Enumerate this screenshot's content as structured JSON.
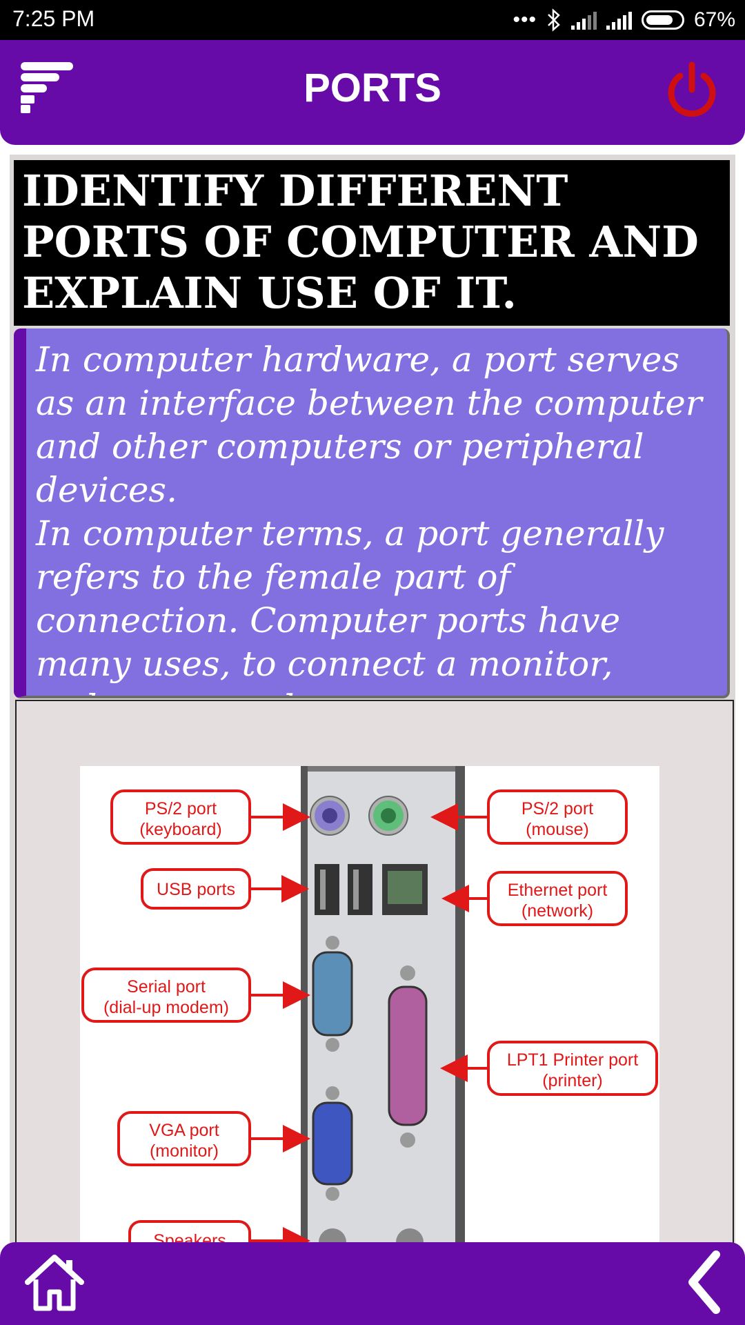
{
  "status_bar": {
    "time": "7:25 PM",
    "dots": "•••",
    "battery": "67%"
  },
  "app_bar": {
    "title": "PORTS",
    "menu_icon": "menu-icon",
    "power_icon": "power-icon",
    "power_color": "#d01010"
  },
  "heading": "IDENTIFY DIFFERENT PORTS OF COMPUTER AND EXPLAIN USE OF IT.",
  "description": {
    "para1": "In computer hardware, a port serves as an interface between the computer and other computers or peripheral devices.",
    "para2": "In computer terms, a port generally refers to the female part of connection. Computer ports have many uses, to connect a monitor, webcam, speakers"
  },
  "diagram": {
    "labels": {
      "ps2_keyboard_1": "PS/2 port",
      "ps2_keyboard_2": "(keyboard)",
      "ps2_mouse_1": "PS/2 port",
      "ps2_mouse_2": "(mouse)",
      "usb": "USB ports",
      "ethernet_1": "Ethernet port",
      "ethernet_2": "(network)",
      "serial_1": "Serial port",
      "serial_2": "(dial-up modem)",
      "lpt1_1": "LPT1 Printer port",
      "lpt1_2": "(printer)",
      "vga_1": "VGA port",
      "vga_2": "(monitor)",
      "speakers": "Speakers"
    }
  },
  "bottom_bar": {
    "home_icon": "home-icon",
    "back_icon": "back-icon"
  },
  "colors": {
    "primary": "#660aa8",
    "description_bg": "#8270e0",
    "label_red": "#e01818"
  }
}
